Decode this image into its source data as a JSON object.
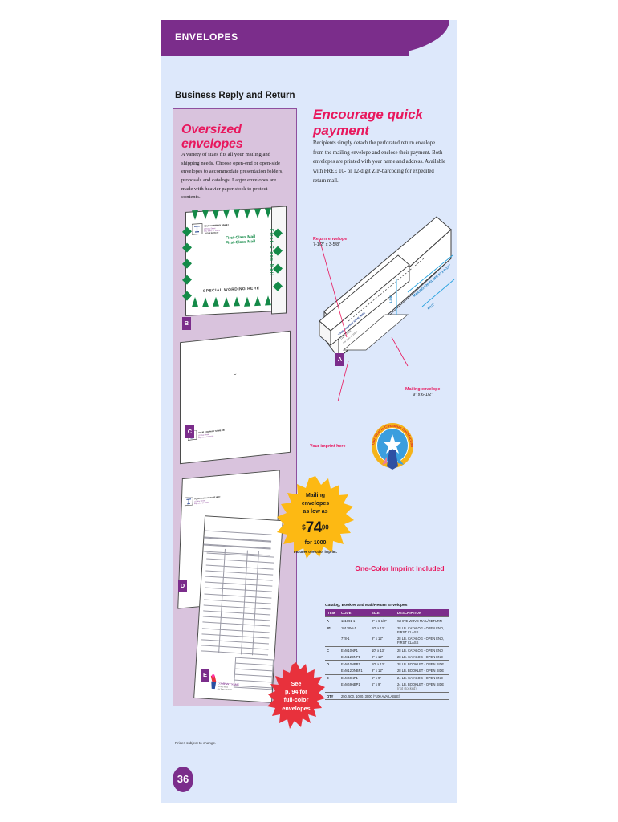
{
  "header": {
    "title": "ENVELOPES"
  },
  "subheading": "Business Reply and Return",
  "left_panel": {
    "title": "Oversized envelopes",
    "body": "A variety of sizes fits all your mailing and shipping needs. Choose open-end or open-side envelopes to accommodate presentation folders, proposals and catalogs. Larger envelopes are made with heavier paper stock to protect contents."
  },
  "right_panel": {
    "title": "Encourage quick payment",
    "body": "Recipients simply detach the perforated return envelope from the mailing envelope and enclose their payment. Both envelopes are printed with your name and address. Available with FREE 10- or 12-digit ZIP-barcoding for expedited return mail."
  },
  "illustration_left": {
    "markers": [
      "B",
      "C",
      "D",
      "E"
    ],
    "envelope_b": {
      "first_class_vertical": "First-Class Mail",
      "first_class_block": "First-Class Mail\nFirst-Class Mail",
      "special_wording": "SPECIAL WORDING HERE",
      "company_lines": "YOUR COMPANY NAME HERE\nAddress\nCity, State ZIP",
      "border_color": "#148a48"
    },
    "envelope_c_company": "YOUR COMPANY NAME HERE",
    "envelope_d_company": "YOUR COMPANY NAME HERE",
    "envelope_e_company": "YOUR COMPANY NAME HERE"
  },
  "illustration_right": {
    "return_label": "Return envelope",
    "return_size": "7-1/2\" x 3-5/8\"",
    "mailing_label": "Mailing envelope",
    "mailing_size": "9\" x 6-1/2\"",
    "imprint_label": "Your imprint here",
    "dim_a": "3-5/8\"",
    "dim_b": "MAILING ENVELOPE 9\" x 6-1/2\"",
    "dim_c": "6-1/2\"",
    "imprint_text": "YOUR COMPANY NAME HERE\n123 Any Street\nAny Town, ST 00000",
    "marker": "A"
  },
  "seal": {
    "text": "Our Goal Is Customer Satisfaction"
  },
  "yellow_burst": {
    "line1": "Mailing",
    "line2": "envelopes",
    "line3": "as low as",
    "currency": "$",
    "price": "74",
    "cents": "00",
    "line4": "for 1000",
    "fine_print": "Includes one-color imprint."
  },
  "red_burst": {
    "line1": "See",
    "line2": "p. 94 for",
    "line3": "full-color",
    "line4": "envelopes"
  },
  "imprint_included": "One-Color Imprint Included",
  "table": {
    "caption": "Catalog, Booklet and Mail/Return Envelopes",
    "columns": [
      "ITEM",
      "CODE",
      "SIZE",
      "DESCRIPTION"
    ],
    "rows": [
      {
        "item": "A",
        "code": "131091-1",
        "size": "9\" x 6-1/2\"",
        "desc": "WHITE WOVE MAIL/RETURN",
        "group_start": true,
        "note": ""
      },
      {
        "item": "B*",
        "code": "10128W-1",
        "size": "10\" x 13\"",
        "desc": "28 LB. CATALOG - OPEN END, FIRST CLASS",
        "group_start": true,
        "note": ""
      },
      {
        "item": "",
        "code": "778-1",
        "size": "9\" x 12\"",
        "desc": "28 LB. CATALOG - OPEN END, FIRST CLASS",
        "group_start": false,
        "note": ""
      },
      {
        "item": "C",
        "code": "ENV10NP1",
        "size": "10\" x 13\"",
        "desc": "28 LB. CATALOG - OPEN END",
        "group_start": true,
        "note": ""
      },
      {
        "item": "",
        "code": "ENV12DNP1",
        "size": "9\" x 12\"",
        "desc": "28 LB. CATALOG - OPEN END",
        "group_start": false,
        "note": ""
      },
      {
        "item": "D",
        "code": "ENV10NBP1",
        "size": "10\" x 13\"",
        "desc": "28 LB. BOOKLET - OPEN SIDE",
        "group_start": true,
        "note": ""
      },
      {
        "item": "",
        "code": "ENV12DNBP1",
        "size": "9\" x 12\"",
        "desc": "28 LB. BOOKLET - OPEN SIDE",
        "group_start": false,
        "note": ""
      },
      {
        "item": "E",
        "code": "ENV69NP1",
        "size": "6\" x 9\"",
        "desc": "24 LB. CATALOG - OPEN END",
        "group_start": true,
        "note": ""
      },
      {
        "item": "",
        "code": "ENV69NBP1",
        "size": "6\" x 9\"",
        "desc": "24 LB. BOOKLET - OPEN SIDE",
        "group_start": false,
        "note": "(not stocked)"
      }
    ],
    "qty_label": "QTY",
    "qty_value": "250, 500, 1000, 3000 (*100 AVAILABLE)"
  },
  "price_note": "Prices subject to change.",
  "page_number": "36",
  "colors": {
    "purple": "#7b2d8b",
    "page_bg": "#dde8fb",
    "lilac": "#d9c3dd",
    "pink": "#e8175d",
    "yellow": "#fdb913",
    "red": "#e8313c",
    "green": "#148a48",
    "blue_dim": "#29a3e0"
  }
}
